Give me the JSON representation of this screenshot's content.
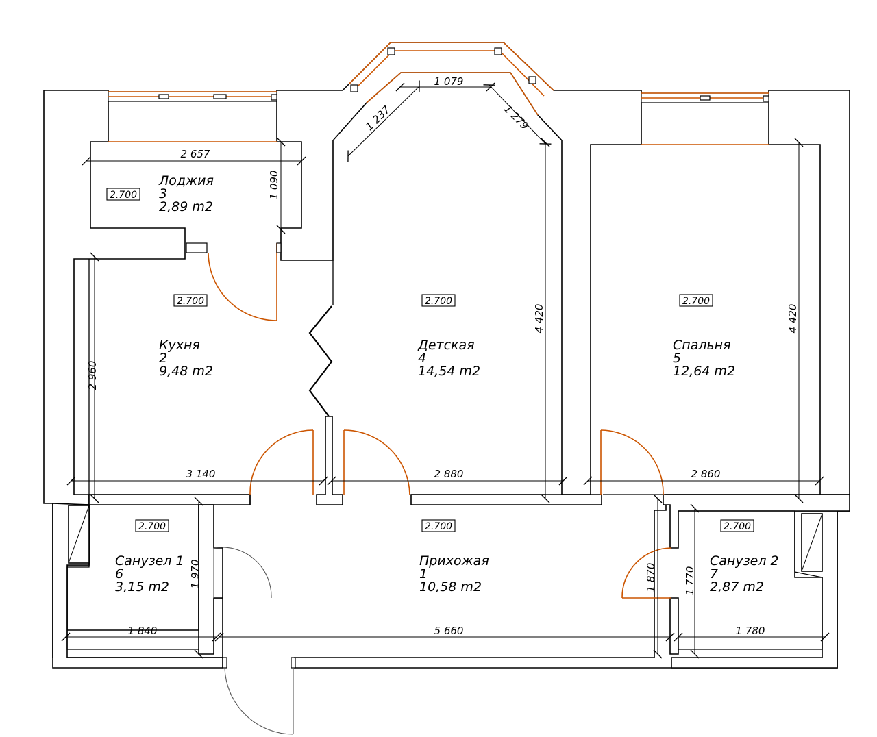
{
  "rooms": [
    {
      "id": "loggia",
      "name": "Лоджия",
      "number": "3",
      "area": "2,89 m2",
      "level": "2.700"
    },
    {
      "id": "kitchen",
      "name": "Кухня",
      "number": "2",
      "area": "9,48 m2",
      "level": "2.700"
    },
    {
      "id": "kids",
      "name": "Детская",
      "number": "4",
      "area": "14,54 m2",
      "level": "2.700"
    },
    {
      "id": "bedroom",
      "name": "Спальня",
      "number": "5",
      "area": "12,64 m2",
      "level": "2.700"
    },
    {
      "id": "bath1",
      "name": "Санузел 1",
      "number": "6",
      "area": "3,15 m2",
      "level": "2.700"
    },
    {
      "id": "hall",
      "name": "Прихожая",
      "number": "1",
      "area": "10,58 m2",
      "level": "2.700"
    },
    {
      "id": "bath2",
      "name": "Санузел 2",
      "number": "7",
      "area": "2,87 m2",
      "level": "2.700"
    }
  ],
  "dimensions": {
    "loggia_width": "2 657",
    "loggia_depth": "1 090",
    "bay_top": "1 079",
    "bay_left": "1 237",
    "bay_right": "1 279",
    "kids_height": "4 420",
    "bedroom_height": "4 420",
    "kitchen_height": "2 960",
    "kitchen_width": "3 140",
    "kids_width": "2 880",
    "bedroom_width": "2 860",
    "bath1_height": "1 970",
    "bath1_width": "1 840",
    "hall_width": "5 660",
    "hall_right_height": "1 870",
    "bath2_height": "1 770",
    "bath2_width": "1 780"
  },
  "colors": {
    "walls": "#000000",
    "windows": "#cc5500",
    "doors": "#cc5500",
    "entrance_door": "#555555"
  }
}
